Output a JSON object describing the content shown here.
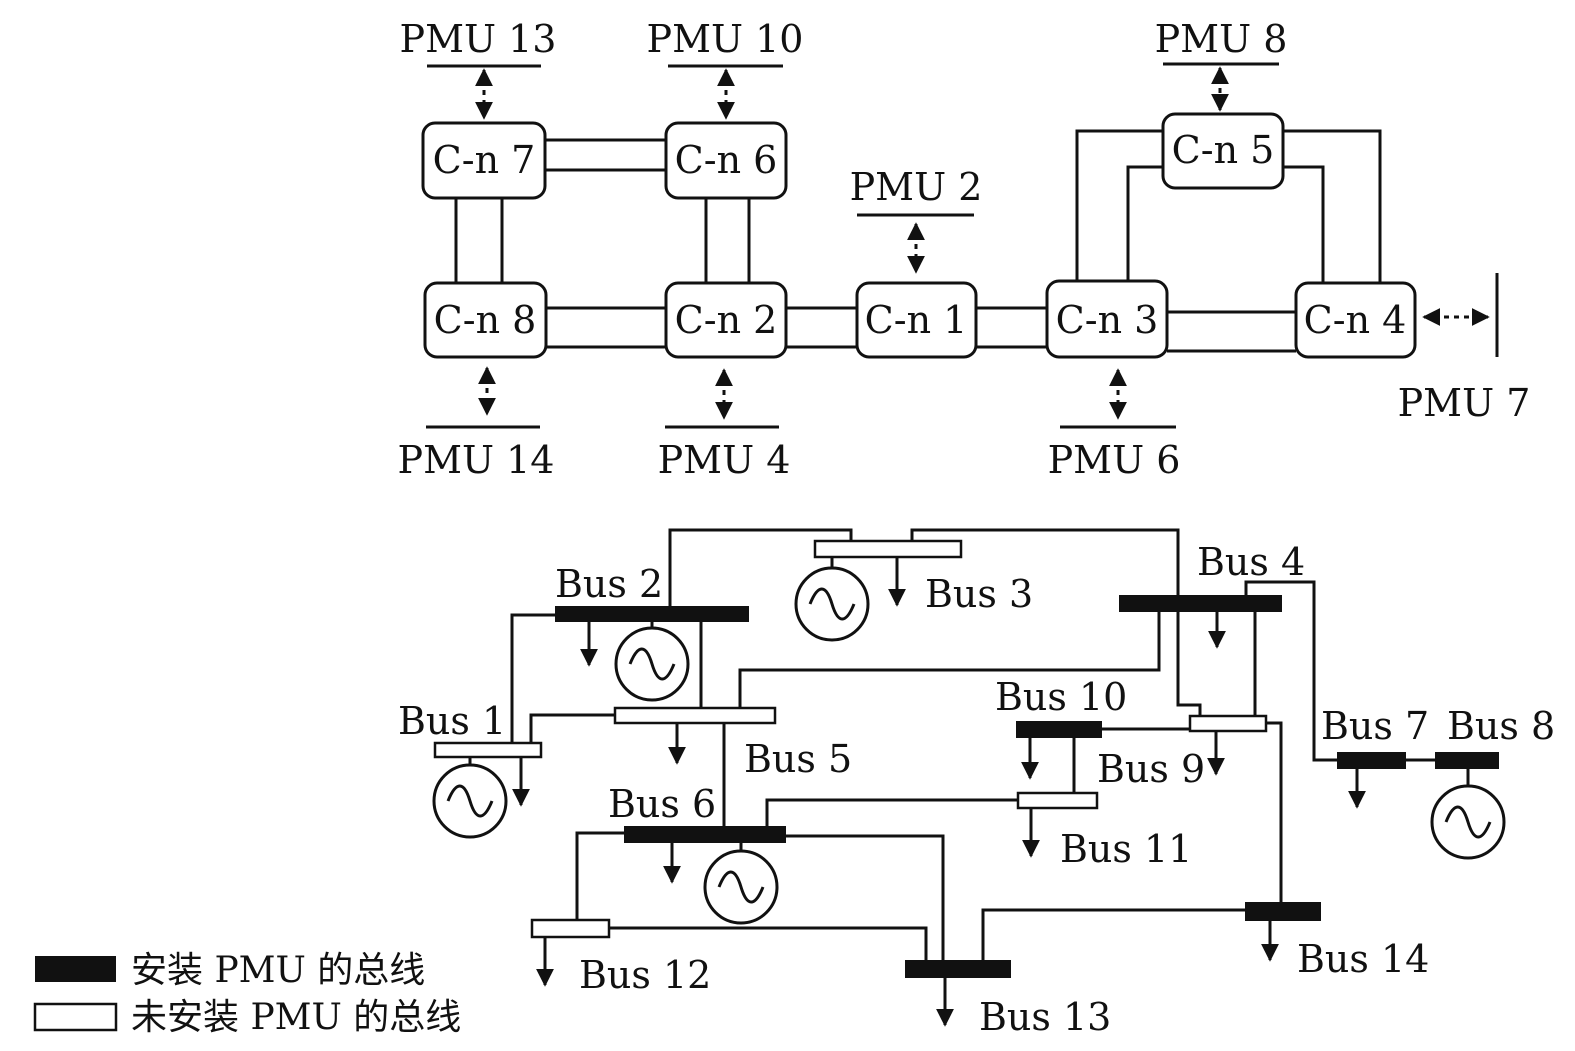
{
  "comm_nodes": {
    "cn1": "C-n 1",
    "cn2": "C-n 2",
    "cn3": "C-n 3",
    "cn4": "C-n 4",
    "cn5": "C-n 5",
    "cn6": "C-n 6",
    "cn7": "C-n 7",
    "cn8": "C-n 8"
  },
  "pmus": {
    "pmu2": "PMU 2",
    "pmu4": "PMU 4",
    "pmu6": "PMU 6",
    "pmu7": "PMU 7",
    "pmu8": "PMU 8",
    "pmu10": "PMU 10",
    "pmu13": "PMU 13",
    "pmu14": "PMU 14"
  },
  "buses": {
    "b1": "Bus 1",
    "b2": "Bus 2",
    "b3": "Bus 3",
    "b4": "Bus 4",
    "b5": "Bus 5",
    "b6": "Bus 6",
    "b7": "Bus 7",
    "b8": "Bus 8",
    "b9": "Bus 9",
    "b10": "Bus 10",
    "b11": "Bus 11",
    "b12": "Bus 12",
    "b13": "Bus 13",
    "b14": "Bus 14"
  },
  "legend": {
    "with_pmu": "安装 PMU 的总线",
    "without_pmu": "未安装 PMU 的总线"
  },
  "colors": {
    "line": "#111111",
    "pmu_bus": "#111111",
    "plain_bus": "#ffffff"
  }
}
